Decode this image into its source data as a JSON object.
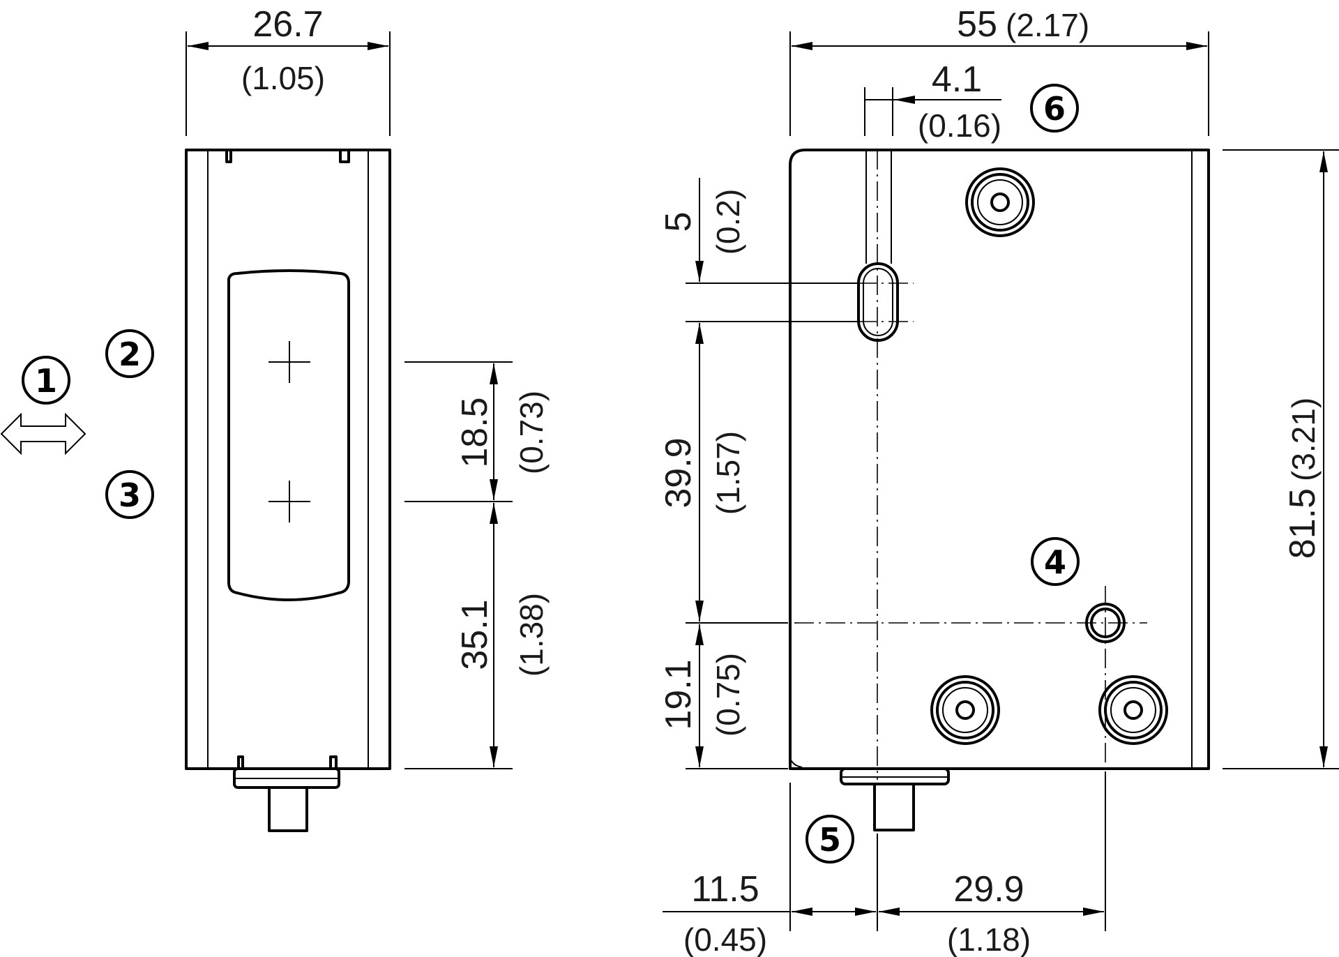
{
  "dimensions": {
    "front_width": {
      "value": "26.7",
      "inch": "(1.05)"
    },
    "front_upper_pitch": {
      "value": "18.5",
      "inch": "(0.73)"
    },
    "front_lower_pitch": {
      "value": "35.1",
      "inch": "(1.38)"
    },
    "side_width": {
      "value": "55",
      "inch": "(2.17)"
    },
    "slot_offset": {
      "value": "4.1",
      "inch": "(0.16)"
    },
    "slot_length": {
      "value": "5",
      "inch": "(0.2)"
    },
    "slot_to_hole": {
      "value": "39.9",
      "inch": "(1.57)"
    },
    "hole_to_bottom": {
      "value": "19.1",
      "inch": "(0.75)"
    },
    "total_height": {
      "value": "81.5",
      "inch": "(3.21)"
    },
    "connector_offset": {
      "value": "11.5",
      "inch": "(0.45)"
    },
    "hole_spacing": {
      "value": "29.9",
      "inch": "(1.18)"
    }
  },
  "callouts": {
    "c1": "1",
    "c2": "2",
    "c3": "3",
    "c4": "4",
    "c5": "5",
    "c6": "6"
  },
  "icons": {
    "direction": "double-arrow-icon"
  }
}
